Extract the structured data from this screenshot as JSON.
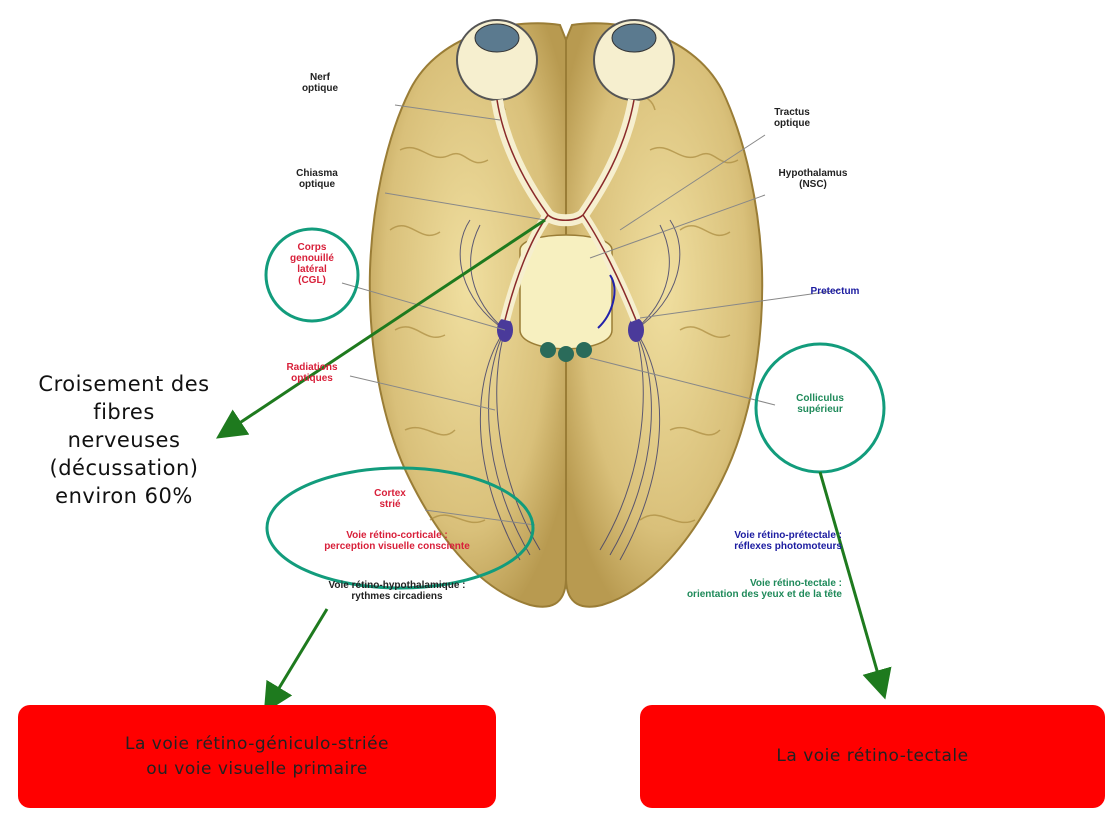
{
  "labels": {
    "nerf_optique": "Nerf\noptique",
    "tractus_optique": "Tractus\noptique",
    "chiasma_optique": "Chiasma\noptique",
    "hypothalamus": "Hypothalamus\n(NSC)",
    "cgl": "Corps\ngenouillé\nlatéral\n(CGL)",
    "pretectum": "Pretectum",
    "radiations_optiques": "Radiations\noptiques",
    "colliculus_superieur": "Colliculus\nsupérieur",
    "cortex_strie": "Cortex\nstrié",
    "voie_retino_corticale": "Voie rétino-corticale :\nperception visuelle consciente",
    "voie_retino_hypothalamique": "Voie rétino-hypothalamique :\nrythmes circadiens",
    "voie_retino_pretectale": "Voie rétino-prétectale :\nréflexes photomoteurs",
    "voie_retino_tectale": "Voie rétino-tectale :\norientation des yeux et de la tête"
  },
  "annotation": {
    "croisement": "Croisement des\nfibres\nnerveuses\n(décussation)\nenviron 60%"
  },
  "boxes": {
    "left": "La voie rétino-géniculo-striée\nou voie visuelle primaire",
    "right": "La voie rétino-tectale"
  },
  "colors": {
    "brain": "#d9c07a",
    "brain_dark": "#a98a3e",
    "highlight_circle": "#129c7c",
    "arrow": "#1e7a1e",
    "box": "#ff0000"
  }
}
